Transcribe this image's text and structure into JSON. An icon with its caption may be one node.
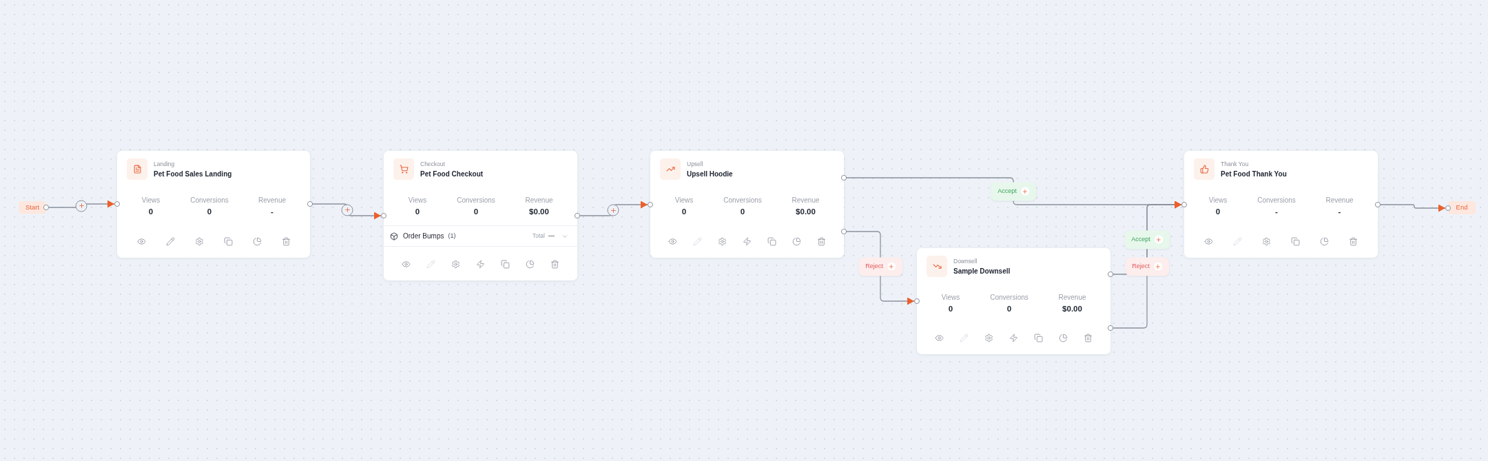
{
  "diagram": {
    "nodes": [
      {
        "text": [
          "Start"
        ]
      },
      {
        "text": [
          "Landing",
          "Pet Food Sales Landing",
          "Views",
          "0",
          "Conversions",
          "0",
          "Revenue",
          "-"
        ]
      },
      {
        "text": [
          "Checkout",
          "Pet Food Checkout",
          "Views",
          "0",
          "Conversions",
          "0",
          "Revenue",
          "$0.00"
        ]
      },
      {
        "text": [
          "Order Bumps",
          "(1)",
          "Total",
          "—"
        ],
        "in": 2
      },
      {
        "text": [
          "Upsell",
          "Upsell Hoodie",
          "Views",
          "0",
          "Conversions",
          "0",
          "Revenue",
          "$0.00"
        ]
      },
      {
        "text": [
          "Downsell",
          "Sample Downsell",
          "Views",
          "0",
          "Conversions",
          "0",
          "Revenue",
          "$0.00"
        ]
      },
      {
        "text": [
          "Thank You",
          "Pet Food Thank You",
          "Views",
          "0",
          "Conversions",
          "-",
          "Revenue",
          "-"
        ]
      },
      {
        "text": [
          "End"
        ]
      }
    ],
    "edges": [
      {
        "from": 0,
        "to": 1,
        "arrow": "to"
      },
      {
        "from": 1,
        "to": 2,
        "arrow": "to"
      },
      {
        "from": 2,
        "to": 4,
        "arrow": "to"
      },
      {
        "from": 4,
        "to": 6,
        "arrow": "to",
        "label": "Accept"
      },
      {
        "from": 4,
        "to": 5,
        "arrow": "to",
        "label": "Reject"
      },
      {
        "from": 5,
        "to": 6,
        "arrow": "to",
        "label": "Accept"
      },
      {
        "from": 5,
        "to": 6,
        "arrow": "to",
        "label": "Reject"
      },
      {
        "from": 6,
        "to": 7,
        "arrow": "to"
      }
    ]
  }
}
